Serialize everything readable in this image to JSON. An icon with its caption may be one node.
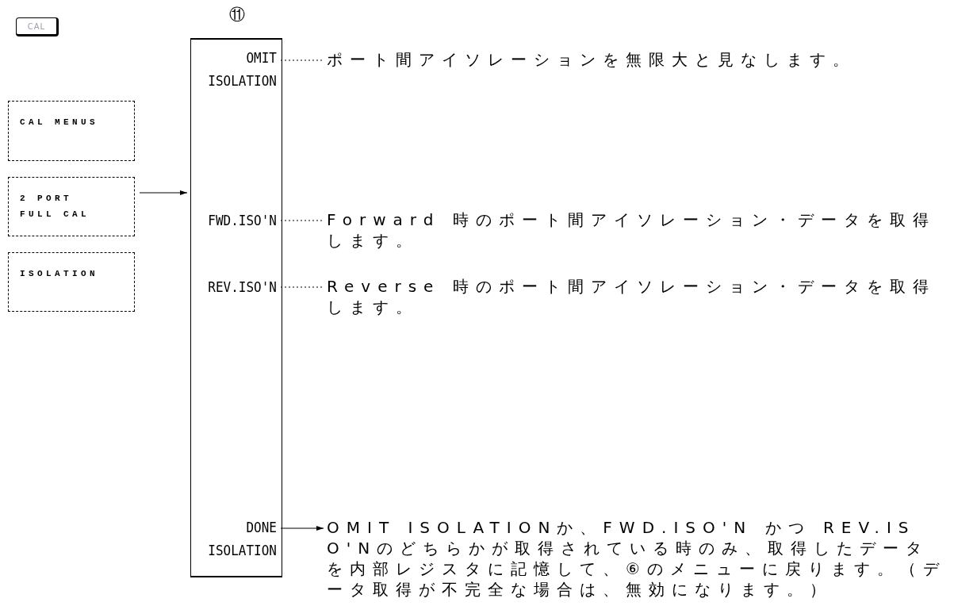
{
  "diagram": {
    "nodes": [
      {
        "text": [
          "CAL"
        ]
      },
      {
        "text": [
          "CAL MENUS"
        ]
      },
      {
        "text": [
          "2 PORT FULL CAL"
        ]
      },
      {
        "text": [
          "ISOLATION"
        ]
      },
      {
        "text": [
          "⑪"
        ]
      },
      {
        "text": [
          "OMIT ISOLATION"
        ],
        "in": 4
      },
      {
        "text": [
          "FWD.ISO'N"
        ],
        "in": 4
      },
      {
        "text": [
          "REV.ISO'N"
        ],
        "in": 4
      },
      {
        "text": [
          "DONE ISOLATION"
        ],
        "in": 4
      },
      {
        "text": [
          "ポート間アイソレーションを無限大と見なします。"
        ]
      },
      {
        "text": [
          "Forward 時のポート間アイソレーション・データを取得します。"
        ]
      },
      {
        "text": [
          "Reverse 時のポート間アイソレーション・データを取得します。"
        ]
      },
      {
        "text": [
          "OMIT ISOLATIONか、FWD.ISO'N かつ REV.ISO'Nのどちらかが取得されている時のみ、取得したデータを内部レジスタに記憶して、⑥のメニューに戻ります。（データ取得が不完全な場合は、無効になります。）"
        ]
      }
    ],
    "edges": [
      {
        "from": 2,
        "to": 4,
        "arrow": "to"
      },
      {
        "from": 5,
        "to": 9,
        "arrow": "none",
        "style": "dashed"
      },
      {
        "from": 6,
        "to": 10,
        "arrow": "none",
        "style": "dashed"
      },
      {
        "from": 7,
        "to": 11,
        "arrow": "none",
        "style": "dashed"
      },
      {
        "from": 8,
        "to": 12,
        "arrow": "to"
      }
    ]
  }
}
